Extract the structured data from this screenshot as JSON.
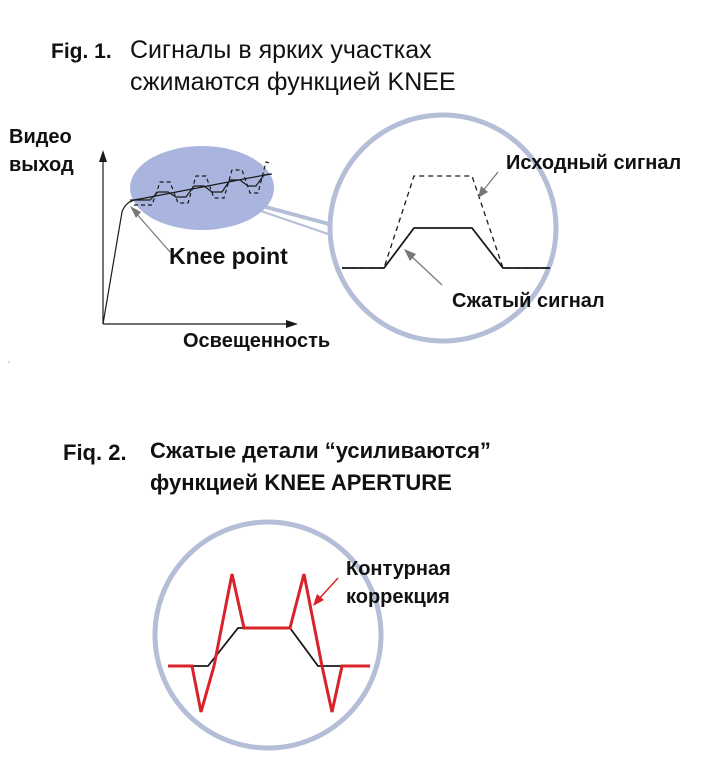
{
  "fig1": {
    "label": "Fig. 1.",
    "title_line1": "Сигналы в ярких участках",
    "title_line2": "сжимаются функцией KNEE",
    "y_axis_line1": "Видео",
    "y_axis_line2": "выход",
    "x_axis": "Освещенность",
    "knee_point": "Knee point",
    "original_signal": "Исходный сигнал",
    "compressed_signal": "Сжатый сигнал"
  },
  "fig2": {
    "label": "Fiq. 2.",
    "title_line1": "Сжатые детали “усиливаются”",
    "title_line2": "функцией KNEE APERTURE",
    "contour_line1": "Контурная",
    "contour_line2": "коррекция"
  },
  "colors": {
    "circle": "#b4bed6",
    "ellipse_fill": "#a9b5de",
    "correction_red": "#d9222a",
    "line": "#1a1a1a"
  }
}
